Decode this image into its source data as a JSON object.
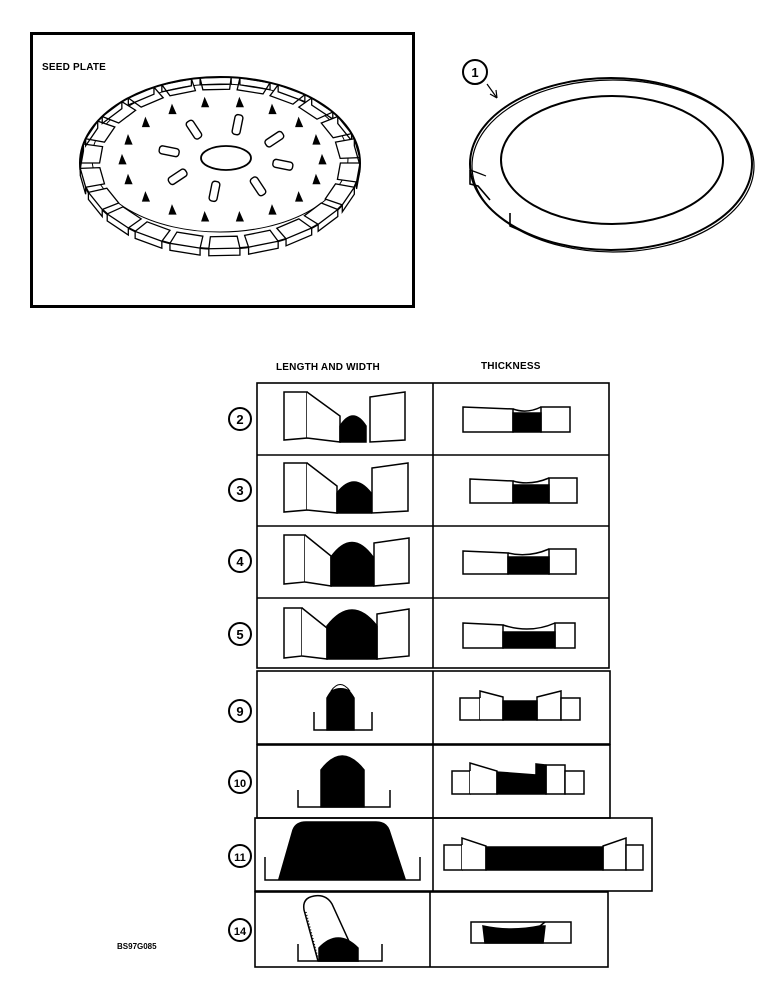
{
  "seed_plate": {
    "title": "SEED PLATE"
  },
  "ring": {
    "callout": "1"
  },
  "table": {
    "columns": [
      "LENGTH AND WIDTH",
      "THICKNESS"
    ],
    "rows": [
      {
        "callout": "2"
      },
      {
        "callout": "3"
      },
      {
        "callout": "4"
      },
      {
        "callout": "5"
      },
      {
        "callout": "9"
      },
      {
        "callout": "10"
      },
      {
        "callout": "11"
      },
      {
        "callout": "14"
      }
    ]
  },
  "figure_code": "BS97G085"
}
